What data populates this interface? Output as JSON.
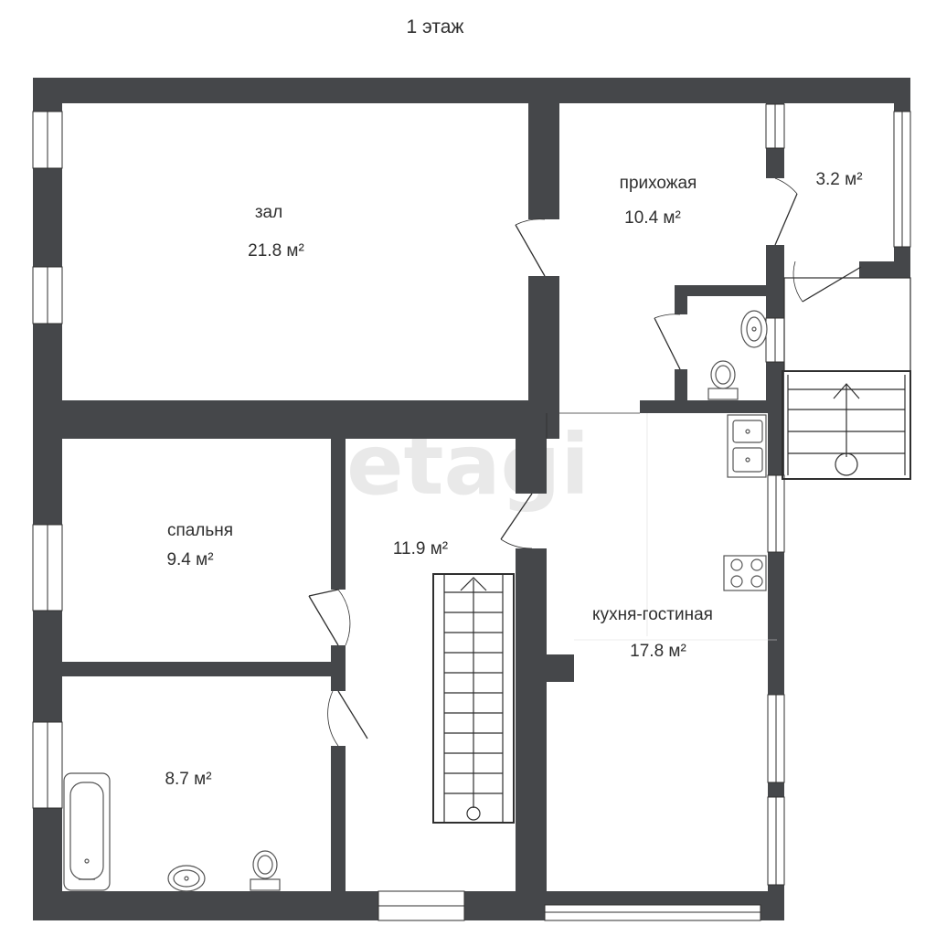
{
  "title": "1 этаж",
  "watermark": "etagi",
  "colors": {
    "wall": "#45474a",
    "background": "#ffffff",
    "line": "#2f2f2f",
    "fixture_stroke": "#555555",
    "watermark": "#e9e9e9"
  },
  "rooms": [
    {
      "id": "hall",
      "name": "зал",
      "area": "21.8 м²"
    },
    {
      "id": "entry",
      "name": "прихожая",
      "area": "10.4 м²"
    },
    {
      "id": "small-room",
      "name": "",
      "area": "3.2 м²"
    },
    {
      "id": "bedroom",
      "name": "спальня",
      "area": "9.4 м²"
    },
    {
      "id": "corridor",
      "name": "",
      "area": "11.9 м²"
    },
    {
      "id": "kitchen",
      "name": "кухня-гостиная",
      "area": "17.8 м²"
    },
    {
      "id": "bathroom",
      "name": "",
      "area": "8.7 м²"
    }
  ]
}
